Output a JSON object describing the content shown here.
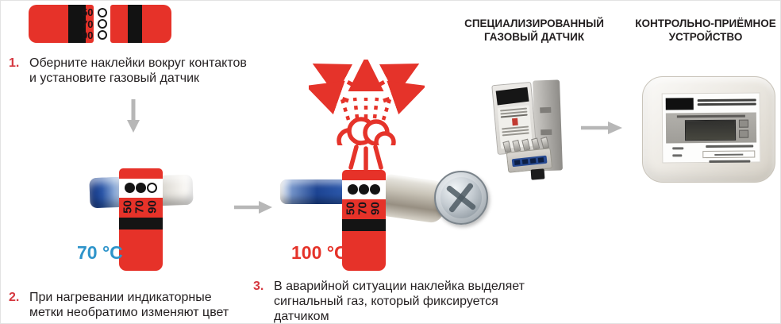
{
  "palette": {
    "red": "#e63229",
    "step_number_red": "#d5373f",
    "temp_blue": "#2e94ca",
    "arrow_gray": "#b7b7b7",
    "indicator_black": "#141414"
  },
  "sticker": {
    "scale": [
      "50",
      "70",
      "90"
    ]
  },
  "steps": [
    {
      "num": "1.",
      "lines": [
        "Оберните наклейки вокруг контактов",
        "и установите газовый датчик"
      ]
    },
    {
      "num": "2.",
      "lines": [
        "При нагревании индикаторные",
        "метки необратимо изменяют цвет"
      ]
    },
    {
      "num": "3.",
      "lines": [
        "В аварийной ситуации наклейка выделяет",
        "сигнальный газ, который фиксируется",
        "датчиком"
      ]
    }
  ],
  "temps": {
    "warm": "70 °C",
    "hot": "100 °C"
  },
  "headers": {
    "sensor": {
      "line1": "СПЕЦИАЛИЗИРОВАННЫЙ",
      "line2": "ГАЗОВЫЙ ДАТЧИК"
    },
    "receiver": {
      "line1": "КОНТРОЛЬНО-ПРИЁМНОЕ",
      "line2": "УСТРОЙСТВО"
    }
  }
}
